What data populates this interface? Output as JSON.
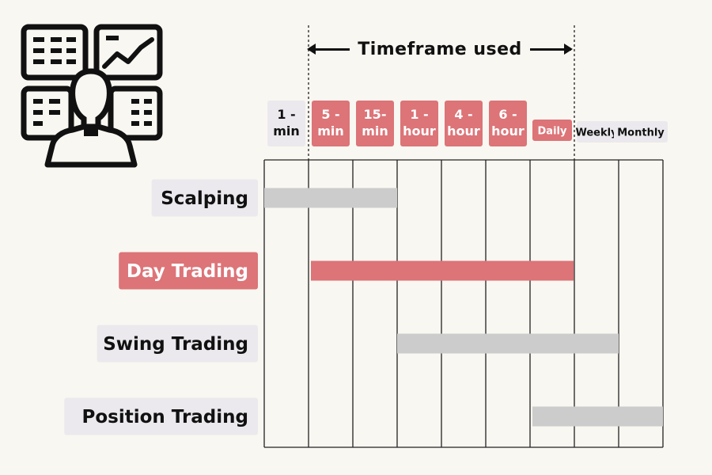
{
  "chart_data": {
    "type": "gantt",
    "title": "",
    "range_annotation": {
      "label": "Timeframe used",
      "from": "5 - min",
      "to": "Daily"
    },
    "categories": [
      "1 - min",
      "5 - min",
      "15- min",
      "1 - hour",
      "4 - hour",
      "6 - hour",
      "Daily",
      "Weekly",
      "Monthly"
    ],
    "highlighted_categories": [
      "5 - min",
      "15- min",
      "1 - hour",
      "4 - hour",
      "6 - hour",
      "Daily"
    ],
    "series": [
      {
        "name": "Scalping",
        "start": "1 - min",
        "end": "15- min",
        "color": "#cccccc",
        "highlighted": false
      },
      {
        "name": "Day Trading",
        "start": "5 - min",
        "end": "Daily",
        "color": "#dc7478",
        "highlighted": true
      },
      {
        "name": "Swing Trading",
        "start": "1 - hour",
        "end": "Weekly",
        "color": "#cccccc",
        "highlighted": false
      },
      {
        "name": "Position Trading",
        "start": "Daily",
        "end": "Monthly",
        "color": "#cccccc",
        "highlighted": false
      }
    ],
    "colors": {
      "highlight": "#dc7478",
      "neutral_bar": "#cccccc",
      "neutral_label_bg": "#ebe9ed",
      "grid": "#222222",
      "text": "#111111",
      "highlight_text": "#ffffff"
    },
    "grid": true
  },
  "icon": {
    "name": "trader-monitors-icon"
  }
}
